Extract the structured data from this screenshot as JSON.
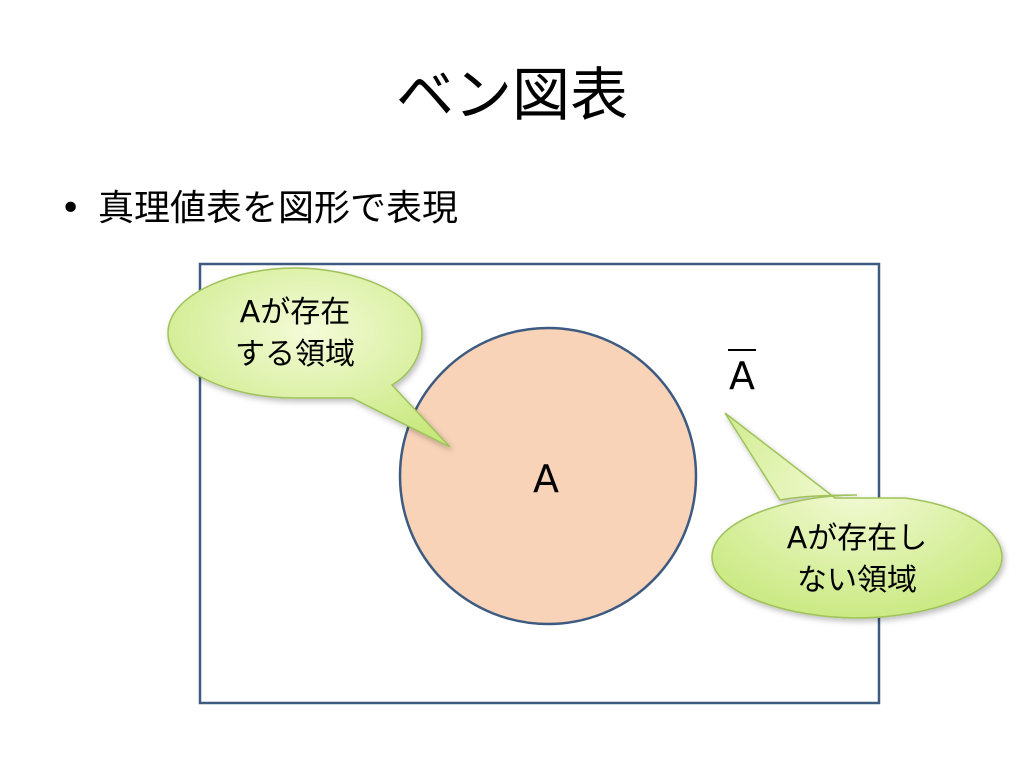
{
  "slide": {
    "title": "ベン図表",
    "bullet_symbol": "•",
    "bullet_text": "真理値表を図形で表現"
  },
  "diagram": {
    "set_label": "A",
    "complement_label": "A",
    "callout_inside": {
      "line1": "Aが存在",
      "line2": "する領域"
    },
    "callout_outside": {
      "line1": "Aが存在し",
      "line2": "ない領域"
    }
  },
  "colors": {
    "frame_stroke": "#3d5a80",
    "circle_fill": "#f8d3b8",
    "circle_stroke": "#3d5a80",
    "callout_fill_light": "#f4fbd8",
    "callout_fill_dark": "#c8e87e",
    "callout_stroke": "#9fc25a"
  }
}
